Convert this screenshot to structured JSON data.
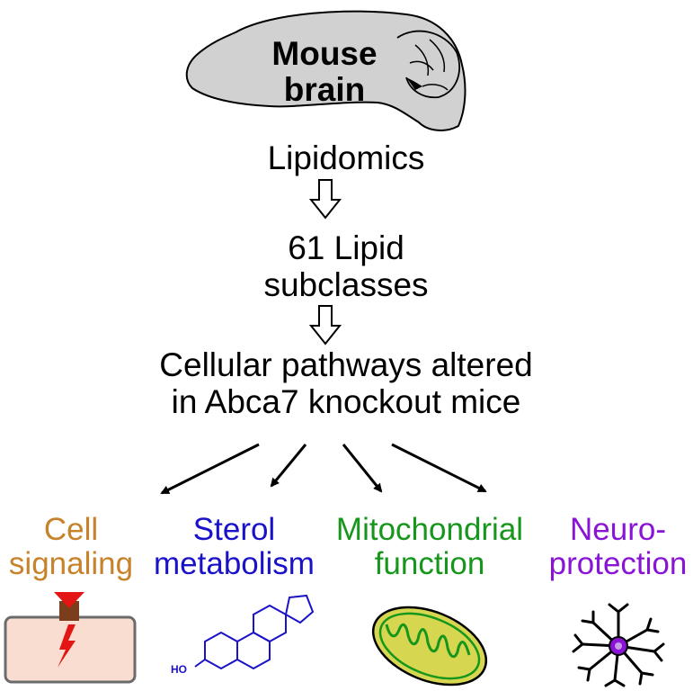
{
  "brain": {
    "line1": "Mouse",
    "line2": "brain"
  },
  "steps": {
    "lipidomics": "Lipidomics",
    "subclasses_line1": "61 Lipid",
    "subclasses_line2": "subclasses",
    "pathways_line1": "Cellular pathways altered",
    "pathways_line2": "in Abca7 knockout mice"
  },
  "categories": [
    {
      "line1": "Cell",
      "line2": "signaling",
      "color": "#c8822a",
      "icon": "cell-membrane-lightning-icon"
    },
    {
      "line1": "Sterol",
      "line2": "metabolism",
      "color": "#1a12c8",
      "icon": "sterol-structure-icon"
    },
    {
      "line1": "Mitochondrial",
      "line2": "function",
      "color": "#16961a",
      "icon": "mitochondrion-icon"
    },
    {
      "line1": "Neuro-",
      "line2": "protection",
      "color": "#8a14d6",
      "icon": "astrocyte-icon"
    }
  ],
  "sterol_label": "HO"
}
